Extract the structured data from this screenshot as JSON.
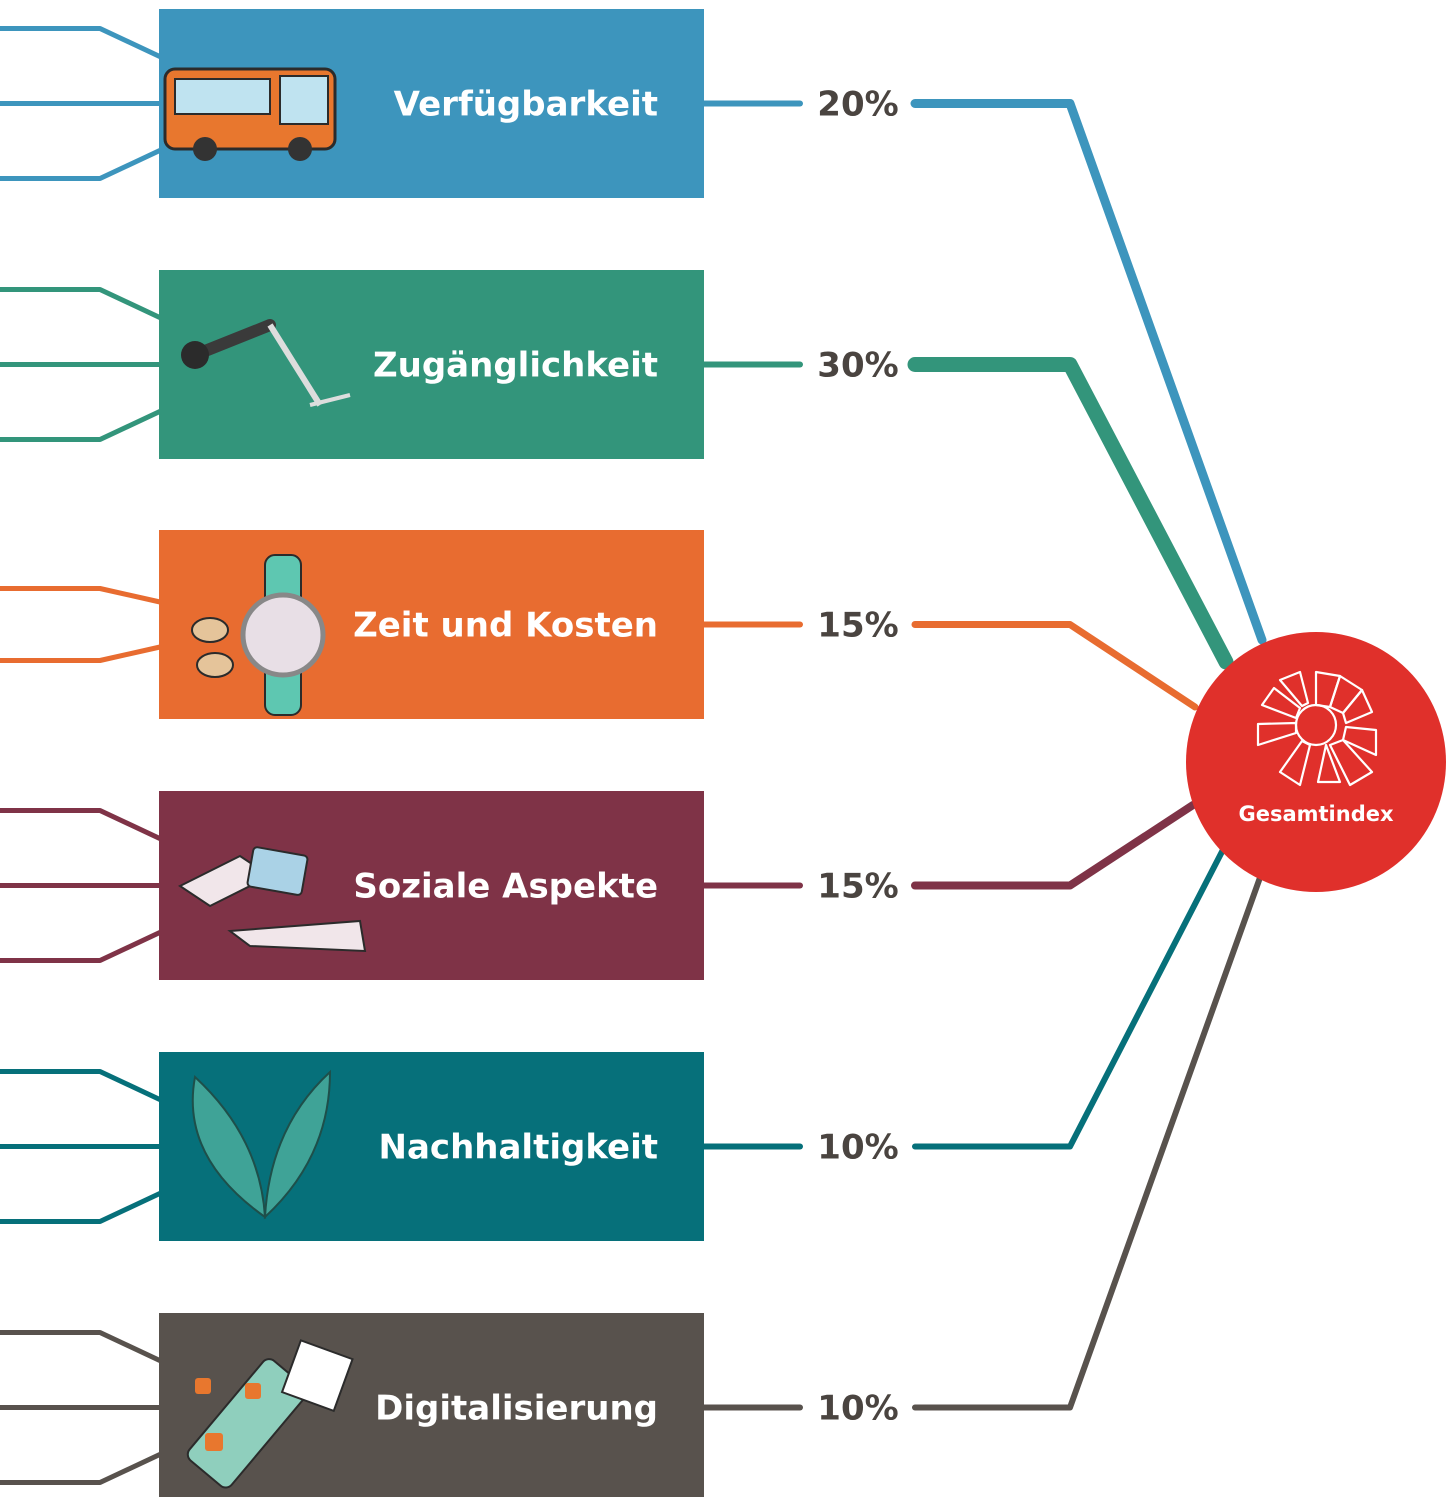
{
  "hub": {
    "label": "Gesamtindex",
    "color": "#e0302b",
    "icon": "radial-segments-icon"
  },
  "categories": [
    {
      "id": "verfuegbarkeit",
      "label": "Verfügbarkeit",
      "weight": "20%",
      "color": "#3d95bd",
      "icon": "bus-icon",
      "inputs": 3
    },
    {
      "id": "zugaenglichkeit",
      "label": "Zugänglichkeit",
      "weight": "30%",
      "color": "#33957b",
      "icon": "scooter-icon",
      "inputs": 3
    },
    {
      "id": "zeit-kosten",
      "label": "Zeit und Kosten",
      "weight": "15%",
      "color": "#e86c30",
      "icon": "watch-coins-icon",
      "inputs": 2
    },
    {
      "id": "soziale-aspekte",
      "label": "Soziale Aspekte",
      "weight": "15%",
      "color": "#7f3347",
      "icon": "hands-card-icon",
      "inputs": 3
    },
    {
      "id": "nachhaltigkeit",
      "label": "Nachhaltigkeit",
      "weight": "10%",
      "color": "#06707a",
      "icon": "leaves-icon",
      "inputs": 3
    },
    {
      "id": "digitalisierung",
      "label": "Digitalisierung",
      "weight": "10%",
      "color": "#58524d",
      "icon": "phone-qr-icon",
      "inputs": 3
    }
  ]
}
